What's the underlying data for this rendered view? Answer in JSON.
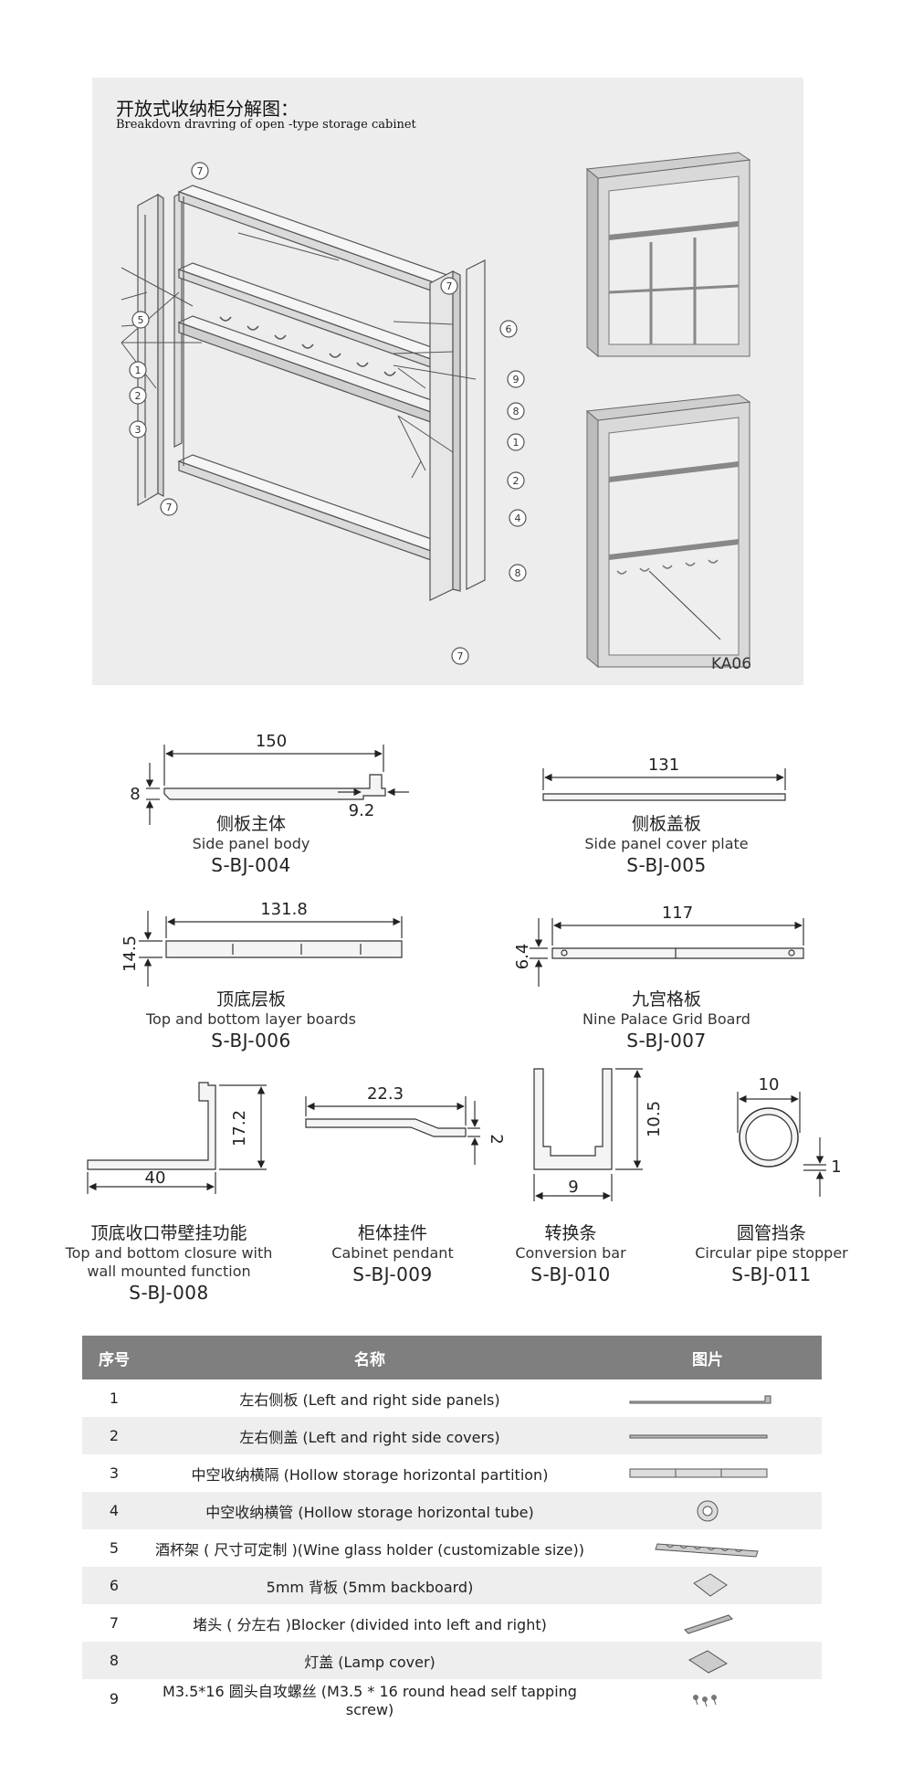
{
  "header": {
    "title_cn": "开放式收纳柜分解图：",
    "title_en": "Breakdovn dravring of open -type storage cabinet"
  },
  "explode": {
    "callouts": [
      "7",
      "5",
      "1",
      "2",
      "3",
      "7",
      "7",
      "6",
      "9",
      "8",
      "1",
      "2",
      "4",
      "8",
      "7"
    ],
    "model": "KA06"
  },
  "profiles": [
    {
      "cn": "侧板主体",
      "en": "Side panel body",
      "code": "S-BJ-004",
      "dims": [
        "150",
        "8",
        "9.2"
      ]
    },
    {
      "cn": "侧板盖板",
      "en": "Side panel cover plate",
      "code": "S-BJ-005",
      "dims": [
        "131"
      ]
    },
    {
      "cn": "顶底层板",
      "en": "Top and bottom layer boards",
      "code": "S-BJ-006",
      "dims": [
        "131.8",
        "14.5"
      ]
    },
    {
      "cn": "九宫格板",
      "en": "Nine Palace Grid Board",
      "code": "S-BJ-007",
      "dims": [
        "117",
        "6.4"
      ]
    },
    {
      "cn": "顶底收口带壁挂功能",
      "en": "Top and bottom closure with",
      "en2": "wall mounted function",
      "code": "S-BJ-008",
      "dims": [
        "40",
        "17.2"
      ]
    },
    {
      "cn": "柜体挂件",
      "en": "Cabinet pendant",
      "code": "S-BJ-009",
      "dims": [
        "22.3",
        "2"
      ]
    },
    {
      "cn": "转换条",
      "en": "Conversion bar",
      "code": "S-BJ-010",
      "dims": [
        "9",
        "10.5"
      ]
    },
    {
      "cn": "圆管挡条",
      "en": "Circular pipe stopper",
      "code": "S-BJ-011",
      "dims": [
        "10",
        "1"
      ]
    }
  ],
  "table": {
    "headers": [
      "序号",
      "名称",
      "图片"
    ],
    "rows": [
      {
        "no": "1",
        "name": "左右侧板 (Left and right side panels)"
      },
      {
        "no": "2",
        "name": "左右侧盖 (Left and right side covers)"
      },
      {
        "no": "3",
        "name": "中空收纳横隔 (Hollow storage horizontal partition)"
      },
      {
        "no": "4",
        "name": "中空收纳横管 (Hollow storage horizontal tube)"
      },
      {
        "no": "5",
        "name": "酒杯架 ( 尺寸可定制 )(Wine glass holder (customizable size))"
      },
      {
        "no": "6",
        "name": "5mm 背板 (5mm backboard)"
      },
      {
        "no": "7",
        "name": "堵头 ( 分左右 )Blocker (divided into left and right)"
      },
      {
        "no": "8",
        "name": "灯盖 (Lamp cover)"
      },
      {
        "no": "9",
        "name": "M3.5*16 圆头自攻螺丝 (M3.5 * 16 round head self tapping screw)"
      }
    ]
  }
}
